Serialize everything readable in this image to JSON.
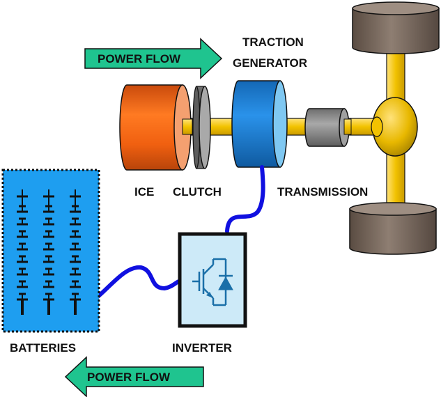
{
  "labels": {
    "power_flow_top": "POWER FLOW",
    "traction_generator_line1": "TRACTION",
    "traction_generator_line2": "GENERATOR",
    "ice": "ICE",
    "clutch": "CLUTCH",
    "transmission": "TRANSMISSION",
    "batteries": "BATTERIES",
    "inverter": "INVERTER",
    "power_flow_bottom": "POWER FLOW"
  },
  "colors": {
    "arrow_fill": "#1fc48f",
    "ice_body": "#f06010",
    "ice_face": "#f4a070",
    "clutch": "#8a8a8a",
    "shaft": "#f2c200",
    "generator": "#1a7fd6",
    "generator_face": "#7fc8f2",
    "transmission": "#8c8c8c",
    "differential": "#e8b800",
    "wheel": "#7a6a5e",
    "battery_fill": "#1e9ef0",
    "inverter_fill": "#cdeaf8",
    "cable": "#1010e0"
  },
  "icons": {
    "battery_cells": "battery-cell-icon",
    "igbt": "igbt-symbol-icon"
  }
}
